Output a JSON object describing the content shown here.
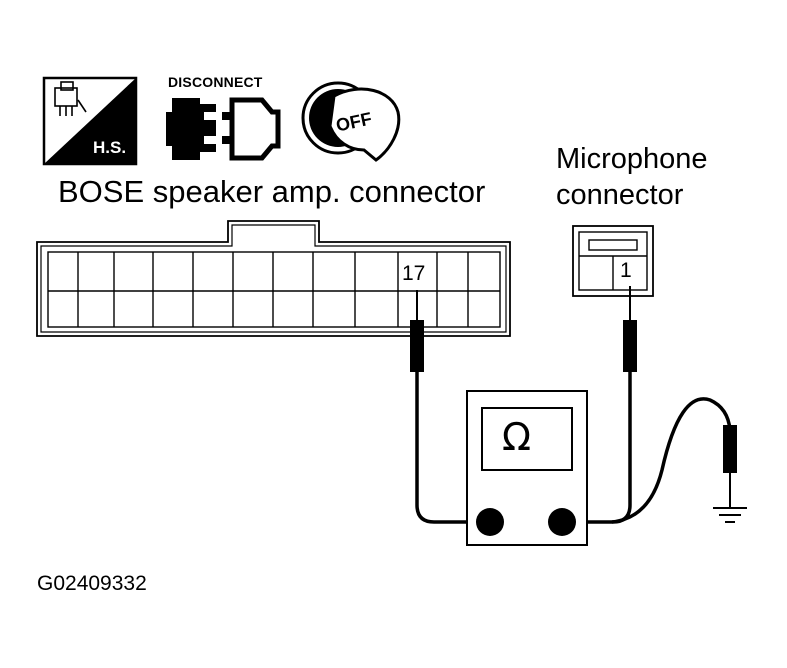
{
  "icons": {
    "hs_label": "H.S.",
    "disconnect_label": "DISCONNECT",
    "ignition_label": "OFF"
  },
  "amp_connector": {
    "title": "BOSE speaker amp. connector",
    "terminal": "17"
  },
  "mic_connector": {
    "title_line1": "Microphone",
    "title_line2": "connector",
    "terminal": "1"
  },
  "meter": {
    "symbol": "Ω"
  },
  "figure_code": "G02409332"
}
